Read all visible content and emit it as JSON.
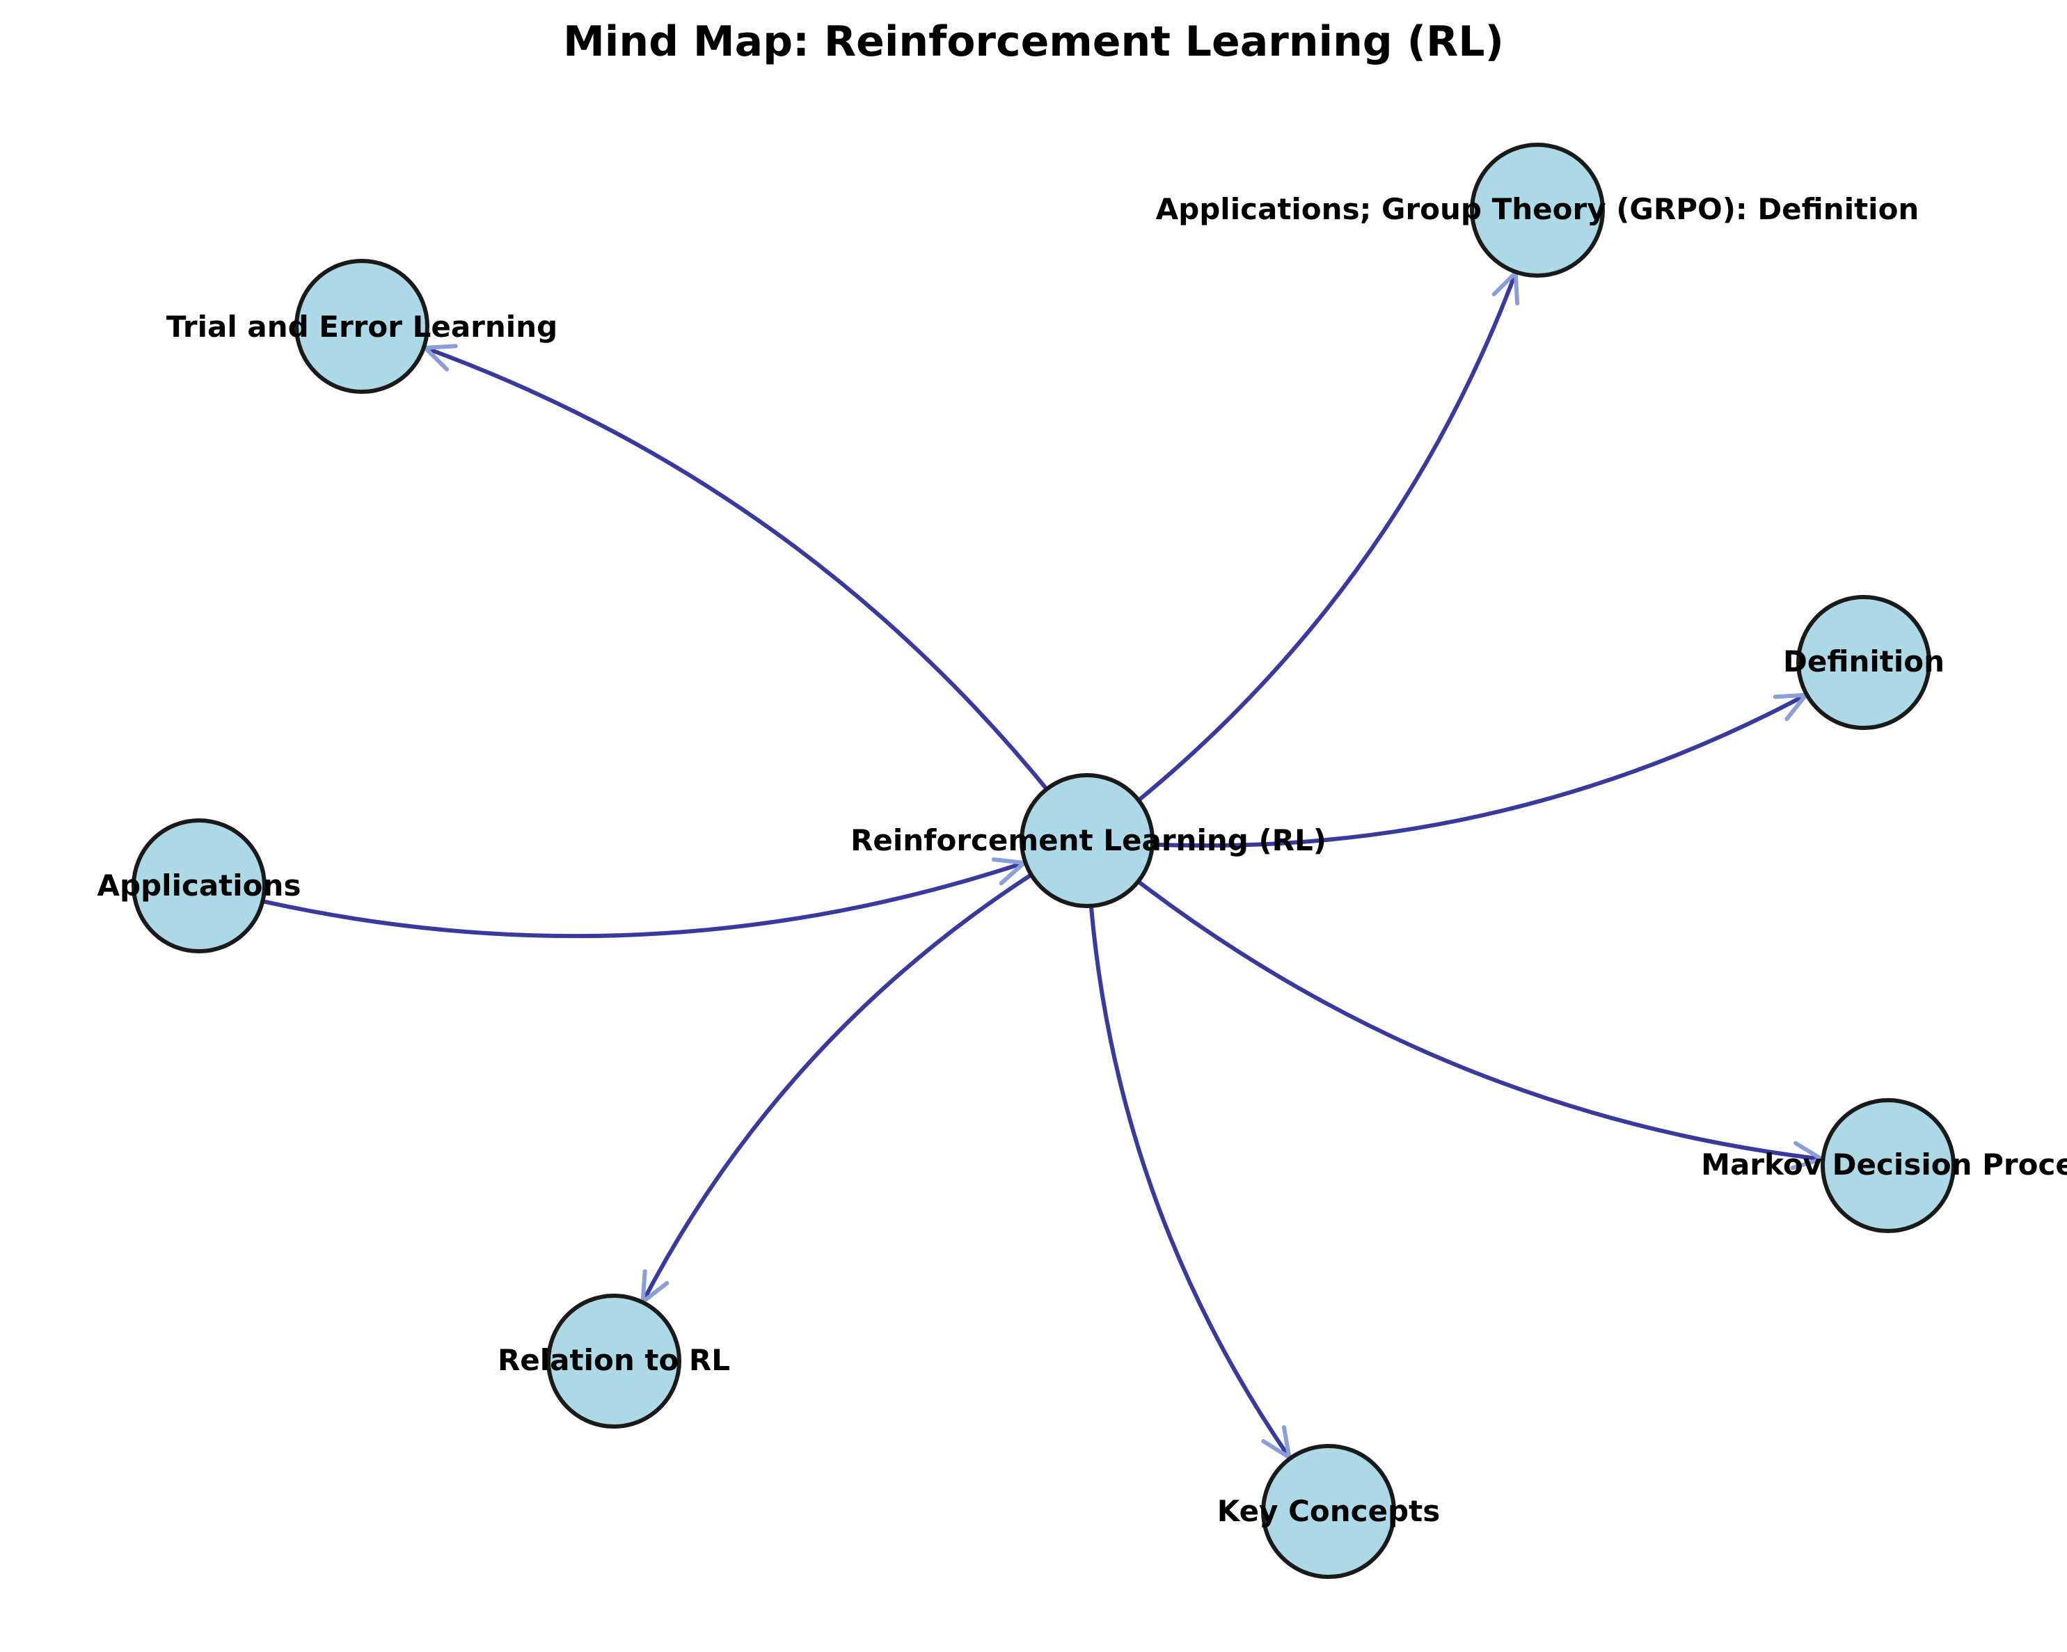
{
  "title": "Mind Map: Reinforcement Learning (RL)",
  "colors": {
    "node_fill": "#add8e6",
    "node_stroke": "#1a1a1a",
    "edge": "#3a3a9e",
    "arrow": "#8a9fd8",
    "text": "#000000"
  },
  "nodes": [
    {
      "id": "center",
      "label": "Reinforcement Learning (RL)"
    },
    {
      "id": "grpo",
      "label": "Applications; Group Theory (GRPO): Definition"
    },
    {
      "id": "trial",
      "label": "Trial and Error Learning"
    },
    {
      "id": "definition",
      "label": "Definition"
    },
    {
      "id": "applications",
      "label": "Applications"
    },
    {
      "id": "mdp",
      "label": "Markov Decision Proce"
    },
    {
      "id": "relation",
      "label": "Relation to RL"
    },
    {
      "id": "keyconcepts",
      "label": "Key Concepts"
    }
  ],
  "edges": [
    {
      "from": "center",
      "to": "grpo",
      "arrow_at": "grpo"
    },
    {
      "from": "center",
      "to": "trial",
      "arrow_at": "trial"
    },
    {
      "from": "center",
      "to": "definition",
      "arrow_at": "definition"
    },
    {
      "from": "applications",
      "to": "center",
      "arrow_at": "center"
    },
    {
      "from": "center",
      "to": "mdp",
      "arrow_at": "mdp"
    },
    {
      "from": "center",
      "to": "relation",
      "arrow_at": "relation"
    },
    {
      "from": "center",
      "to": "keyconcepts",
      "arrow_at": "keyconcepts"
    }
  ]
}
